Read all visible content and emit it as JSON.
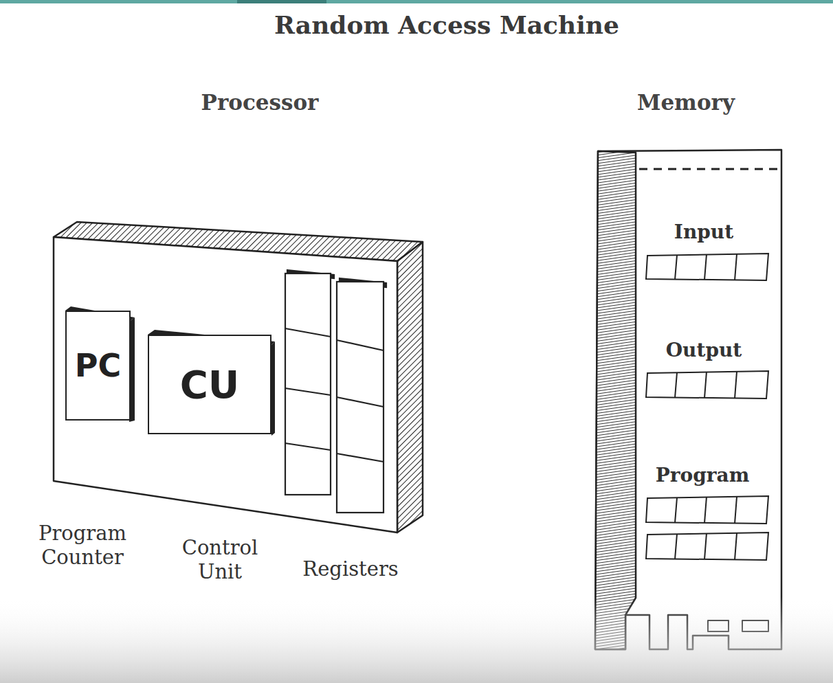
{
  "diagram": {
    "title": "Random Access Machine",
    "nodes": [
      {
        "text": [
          "PC"
        ]
      },
      {
        "text": [
          "CU"
        ]
      }
    ],
    "labels": [
      "Processor",
      "Memory",
      "Program Counter",
      "Control Unit",
      "Registers",
      "Input",
      "Output",
      "Program"
    ]
  }
}
